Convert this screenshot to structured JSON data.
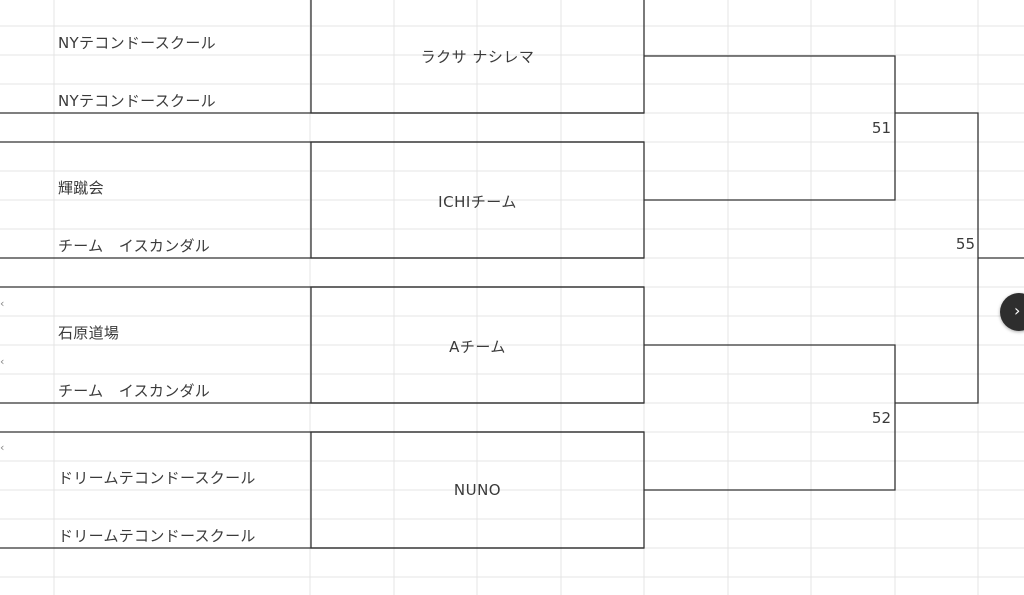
{
  "bracket": {
    "groups": [
      {
        "club_top": "NYテコンドースクール",
        "club_bottom": "NYテコンドースクール",
        "team": "ラクサ ナシレマ"
      },
      {
        "club_top": "輝蹴会",
        "club_bottom": "チーム　イスカンダル",
        "team": "ICHIチーム"
      },
      {
        "club_top": "石原道場",
        "club_bottom": "チーム　イスカンダル",
        "team": "Aチーム"
      },
      {
        "club_top": "ドリームテコンドースクール",
        "club_bottom": "ドリームテコンドースクール",
        "team": "NUNO"
      }
    ],
    "matches": [
      {
        "number": "51"
      },
      {
        "number": "52"
      },
      {
        "number": "55"
      }
    ]
  },
  "nav": {
    "next_icon": "chevron-right-icon",
    "glyph": "›"
  },
  "colors": {
    "grid": "#e2e2e2",
    "border": "#333333",
    "text": "#3a3a3a",
    "nav_bg": "#2e2e2e"
  }
}
